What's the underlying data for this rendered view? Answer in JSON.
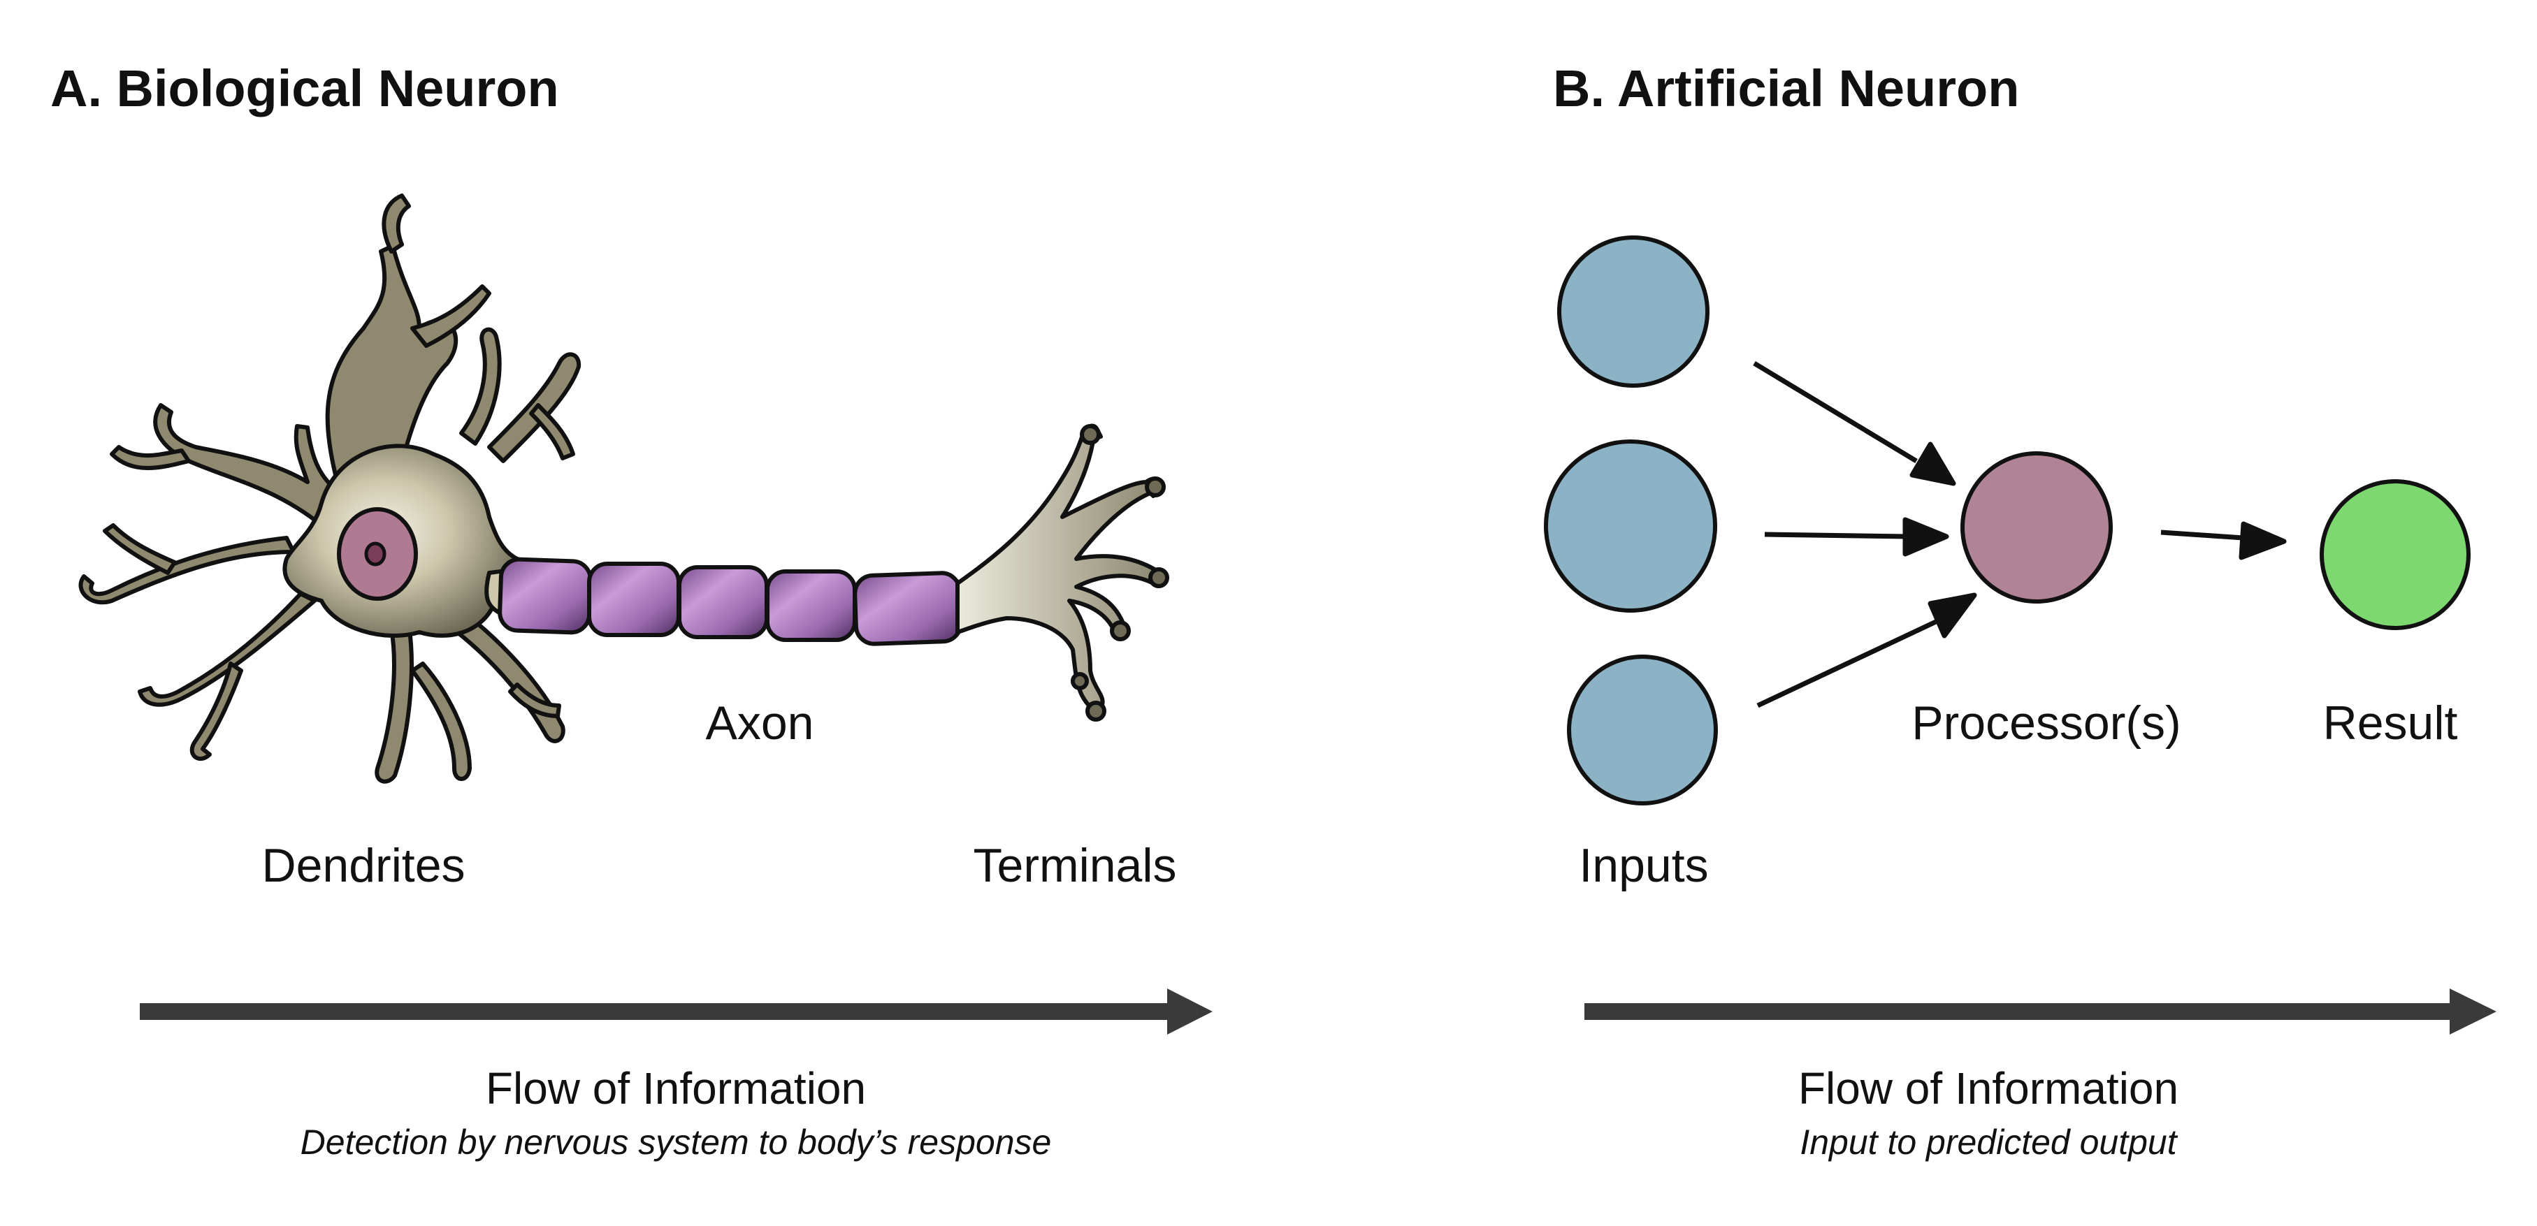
{
  "panel_a": {
    "title": "A. Biological Neuron",
    "labels": {
      "dendrites": "Dendrites",
      "axon": "Axon",
      "terminals": "Terminals"
    },
    "flow": {
      "title": "Flow of Information",
      "subtitle": "Detection by nervous system to body’s response"
    }
  },
  "panel_b": {
    "title": "B. Artificial Neuron",
    "labels": {
      "inputs": "Inputs",
      "processor": "Processor(s)",
      "result": "Result"
    },
    "flow": {
      "title": "Flow of Information",
      "subtitle": "Input to predicted output"
    }
  },
  "colors": {
    "input_node": "#8bb3c5",
    "processor_node": "#b08496",
    "result_node": "#7dd870",
    "arrow": "#3a3a3a",
    "neuron_body": "#b9b49a",
    "neuron_dark": "#6e6a55",
    "nucleus": "#b07a93",
    "myelin": "#9a6aad"
  }
}
